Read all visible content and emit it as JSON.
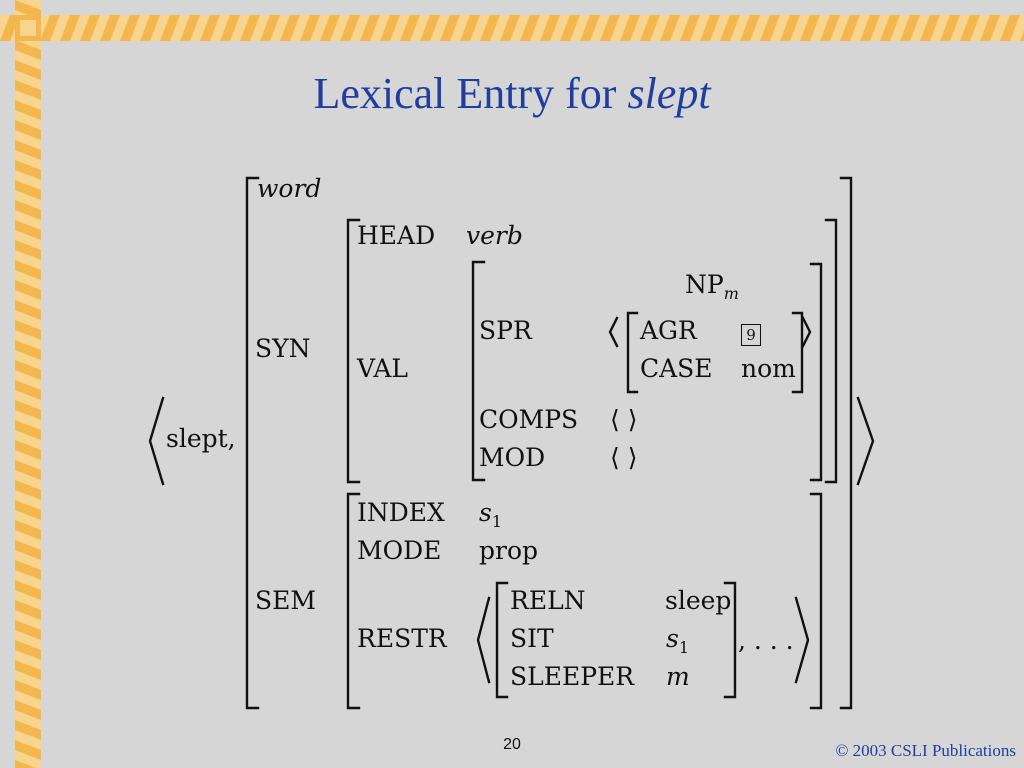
{
  "slide": {
    "title_prefix": "Lexical Entry for",
    "title_word": "slept",
    "page_number": "20",
    "copyright": "© 2003 CSLI Publications"
  },
  "entry": {
    "form": "slept,",
    "type": "word",
    "syn": {
      "label": "SYN",
      "head_label": "HEAD",
      "head_value": "verb",
      "val_label": "VAL",
      "spr_label": "SPR",
      "spr_np": "NP",
      "spr_np_sub": "m",
      "agr_label": "AGR",
      "agr_tag": "9",
      "case_label": "CASE",
      "case_value": "nom",
      "comps_label": "COMPS",
      "comps_value": "⟨ ⟩",
      "mod_label": "MOD",
      "mod_value": "⟨ ⟩"
    },
    "sem": {
      "label": "SEM",
      "index_label": "INDEX",
      "index_value": "s",
      "index_sub": "1",
      "mode_label": "MODE",
      "mode_value": "prop",
      "restr_label": "RESTR",
      "reln_label": "RELN",
      "reln_value": "sleep",
      "sit_label": "SIT",
      "sit_value": "s",
      "sit_sub": "1",
      "sleeper_label": "SLEEPER",
      "sleeper_value": "m",
      "ellipsis": ", . . ."
    }
  }
}
